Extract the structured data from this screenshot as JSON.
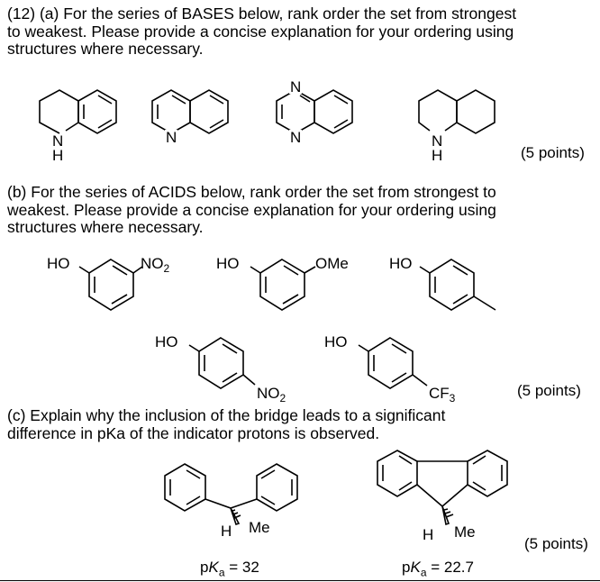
{
  "part_a": {
    "text": "(12) (a)  For the series of BASES below, rank order the set from strongest to weakest.  Please provide a concise explanation for your ordering using structures where necessary.",
    "points": "(5 points)"
  },
  "part_b": {
    "text": "(b) For the series of ACIDS below, rank order the set from strongest to weakest.  Please provide a concise explanation for your ordering using structures where necessary.",
    "points": "(5 points)"
  },
  "part_c": {
    "text": "(c) Explain why the inclusion of the bridge leads to a significant difference in pKa of the indicator protons is observed.",
    "points": "(5 points)"
  },
  "labels": {
    "nh": "N",
    "h": "H",
    "n": "N",
    "ho": "HO",
    "no2": "NO",
    "sub2": "2",
    "ome": "OMe",
    "cf3": "CF",
    "sub3": "3",
    "me": "Me"
  },
  "pka": {
    "left_prefix": "p",
    "left_k": "K",
    "left_sub": "a",
    "left_value": " = 32",
    "right_prefix": "p",
    "right_k": "K",
    "right_sub": "a",
    "right_value": " = 22.7"
  }
}
